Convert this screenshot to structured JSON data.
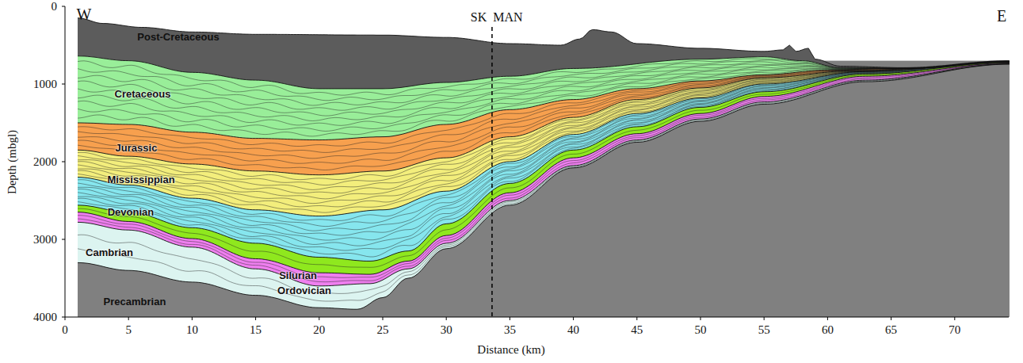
{
  "diagram": {
    "nodes": [
      {
        "text": [
          "Post-Cretaceous"
        ]
      },
      {
        "text": [
          "Cretaceous"
        ]
      },
      {
        "text": [
          "Jurassic"
        ]
      },
      {
        "text": [
          "Mississippian"
        ]
      },
      {
        "text": [
          "Devonian"
        ]
      },
      {
        "text": [
          "Silurian"
        ]
      },
      {
        "text": [
          "Ordovician"
        ]
      },
      {
        "text": [
          "Cambrian"
        ]
      },
      {
        "text": [
          "Precambrian"
        ]
      }
    ],
    "labels": [
      "W",
      "E",
      "SK",
      "MAN",
      "0",
      "1000",
      "2000",
      "3000",
      "4000",
      "Depth (mbgl)",
      "0",
      "5",
      "10",
      "15",
      "20",
      "25",
      "30",
      "35",
      "40",
      "45",
      "50",
      "55",
      "60",
      "65",
      "70",
      "Distance (km)"
    ]
  }
}
